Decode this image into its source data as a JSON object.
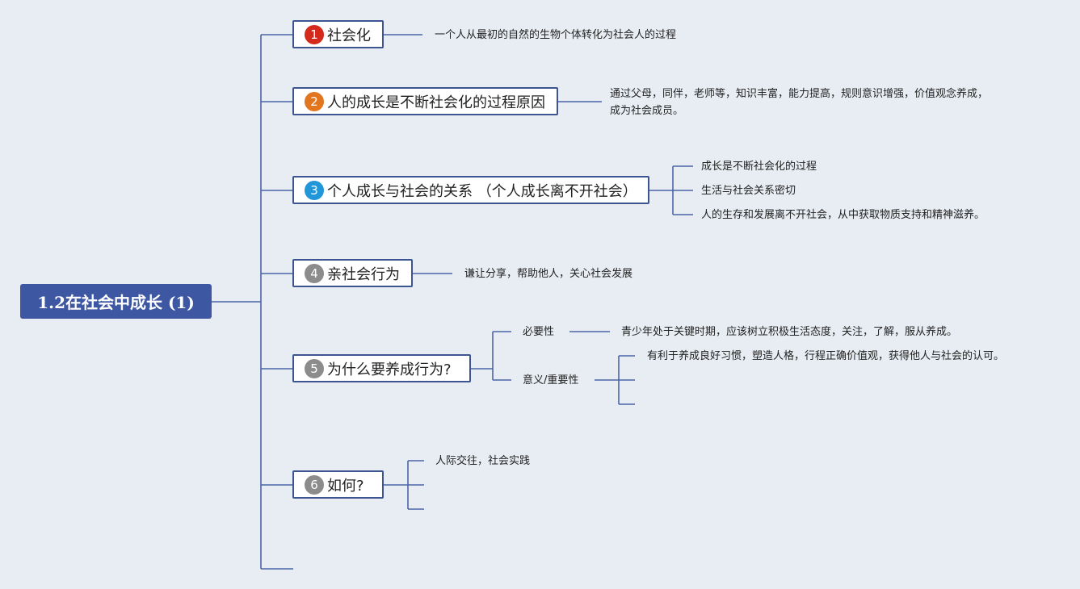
{
  "root": {
    "title": "1.2在社会中成长 (1)"
  },
  "colors": {
    "line": "#4a64a8",
    "node_border": "#3c5591",
    "root_bg": "#3e57a3",
    "badge_red": "#d42a1c",
    "badge_orange": "#e2761f",
    "badge_blue": "#2196d9",
    "badge_gray": "#8c8c8c"
  },
  "branches": [
    {
      "num": "1",
      "label": "社会化",
      "leaf": "一个人从最初的自然的生物个体转化为社会人的过程"
    },
    {
      "num": "2",
      "label": "人的成长是不断社会化的过程原因",
      "leaf": "通过父母，同伴，老师等，知识丰富，能力提高，规则意识增强，价值观念养成，成为社会成员。"
    },
    {
      "num": "3",
      "label": "个人成长与社会的关系 （个人成长离不开社会）",
      "leaves": [
        "成长是不断社会化的过程",
        "生活与社会关系密切",
        "人的生存和发展离不开社会，从中获取物质支持和精神滋养。"
      ]
    },
    {
      "num": "4",
      "label": "亲社会行为",
      "leaf": "谦让分享，帮助他人，关心社会发展"
    },
    {
      "num": "5",
      "label": "为什么要养成行为?",
      "sub": [
        {
          "label": "必要性",
          "leaf": "青少年处于关键时期，应该树立积极生活态度，关注，了解，服从养成。"
        },
        {
          "label": "意义/重要性",
          "leaf": "有利于养成良好习惯，塑造人格，行程正确价值观，获得他人与社会的认可。"
        }
      ]
    },
    {
      "num": "6",
      "label": "如何?",
      "leaf": "人际交往，社会实践"
    }
  ]
}
